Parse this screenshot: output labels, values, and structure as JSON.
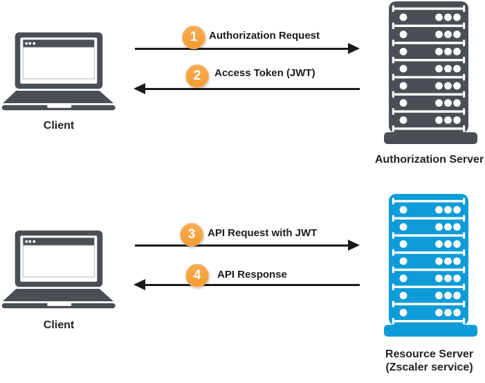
{
  "diagram": {
    "top_flow": {
      "client": {
        "label": "Client",
        "icon": "laptop-icon"
      },
      "server": {
        "label": "Authorization Server",
        "icon": "server-rack-icon"
      },
      "steps": [
        {
          "number": "1",
          "label": "Authorization Request",
          "direction": "right"
        },
        {
          "number": "2",
          "label": "Access Token (JWT)",
          "direction": "left"
        }
      ]
    },
    "bottom_flow": {
      "client": {
        "label": "Client",
        "icon": "laptop-icon"
      },
      "server": {
        "label": "Resource Server",
        "sublabel": "(Zscaler service)",
        "icon": "server-rack-icon"
      },
      "steps": [
        {
          "number": "3",
          "label": "API Request with JWT",
          "direction": "right"
        },
        {
          "number": "4",
          "label": "API Response",
          "direction": "left"
        }
      ]
    }
  },
  "colors": {
    "device_gray": "#4A4F55",
    "resource_server_blue": "#0E9CD9",
    "step_badge_orange": "#F49E35",
    "arrow_black": "#1A1A1A",
    "label_text": "#1F1F1F"
  }
}
